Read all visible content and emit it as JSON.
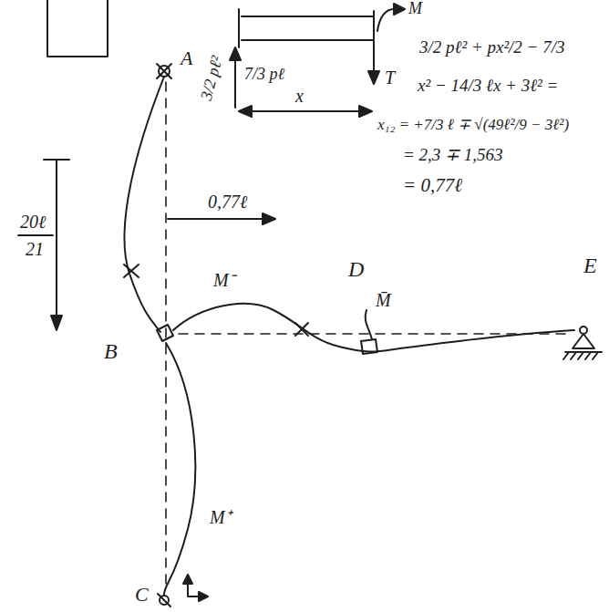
{
  "diagram": {
    "labels": [
      "3/2 pℓ²",
      "7/3 pℓ",
      "x",
      "T",
      "M",
      "3/2 pℓ² + px²/2 − 7/3",
      "x² − 14/3 ℓx + 3ℓ² =",
      "x₁₂ = +7/3 ℓ ∓ √(49ℓ²/9 − 3ℓ²)",
      "= 2,3 ∓ 1,563",
      "= 0,77ℓ",
      "A",
      "20ℓ",
      "21",
      "0,77ℓ",
      "D",
      "E",
      "M⁻",
      "M̄",
      "B",
      "M⁺",
      "C"
    ]
  }
}
